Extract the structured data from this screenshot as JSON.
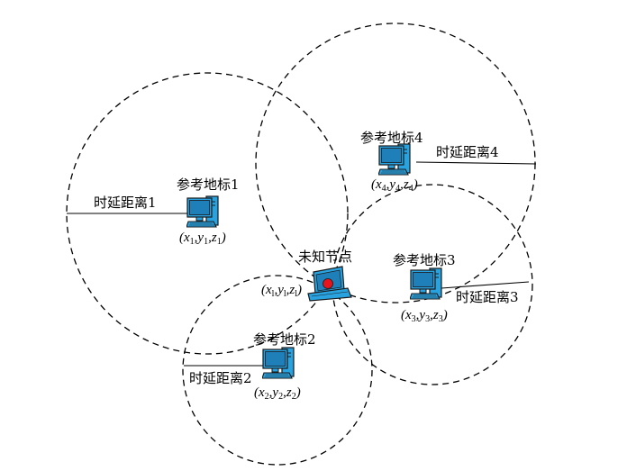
{
  "labels": {
    "landmark1": "参考地标1",
    "landmark2": "参考地标2",
    "landmark3": "参考地标3",
    "landmark4": "参考地标4",
    "unknown_node": "未知节点",
    "delay1": "时延距离1",
    "delay2": "时延距离2",
    "delay3": "时延距离3",
    "delay4": "时延距离4"
  },
  "coords": {
    "c1": {
      "x": "x",
      "xs": "1",
      "y": "y",
      "ys": "1",
      "z": "z",
      "zs": "1"
    },
    "c2": {
      "x": "x",
      "xs": "2",
      "y": "y",
      "ys": "2",
      "z": "z",
      "zs": "2"
    },
    "c3": {
      "x": "x",
      "xs": "3",
      "y": "y",
      "ys": "3",
      "z": "z",
      "zs": "3"
    },
    "c4": {
      "x": "x",
      "xs": "4",
      "y": "y",
      "ys": "4",
      "z": "z",
      "zs": "4"
    },
    "ct": {
      "x": "x",
      "xs": "l",
      "y": "y",
      "ys": "l",
      "z": "z",
      "zs": "l"
    }
  },
  "colors": {
    "screen": "#29a3e0",
    "screen_dark": "#1f7fb8",
    "outline": "#1a1a1a",
    "unknown_dot": "#e8141b"
  },
  "icons": {
    "landmark": "desktop-computer-icon",
    "unknown": "laptop-icon"
  }
}
